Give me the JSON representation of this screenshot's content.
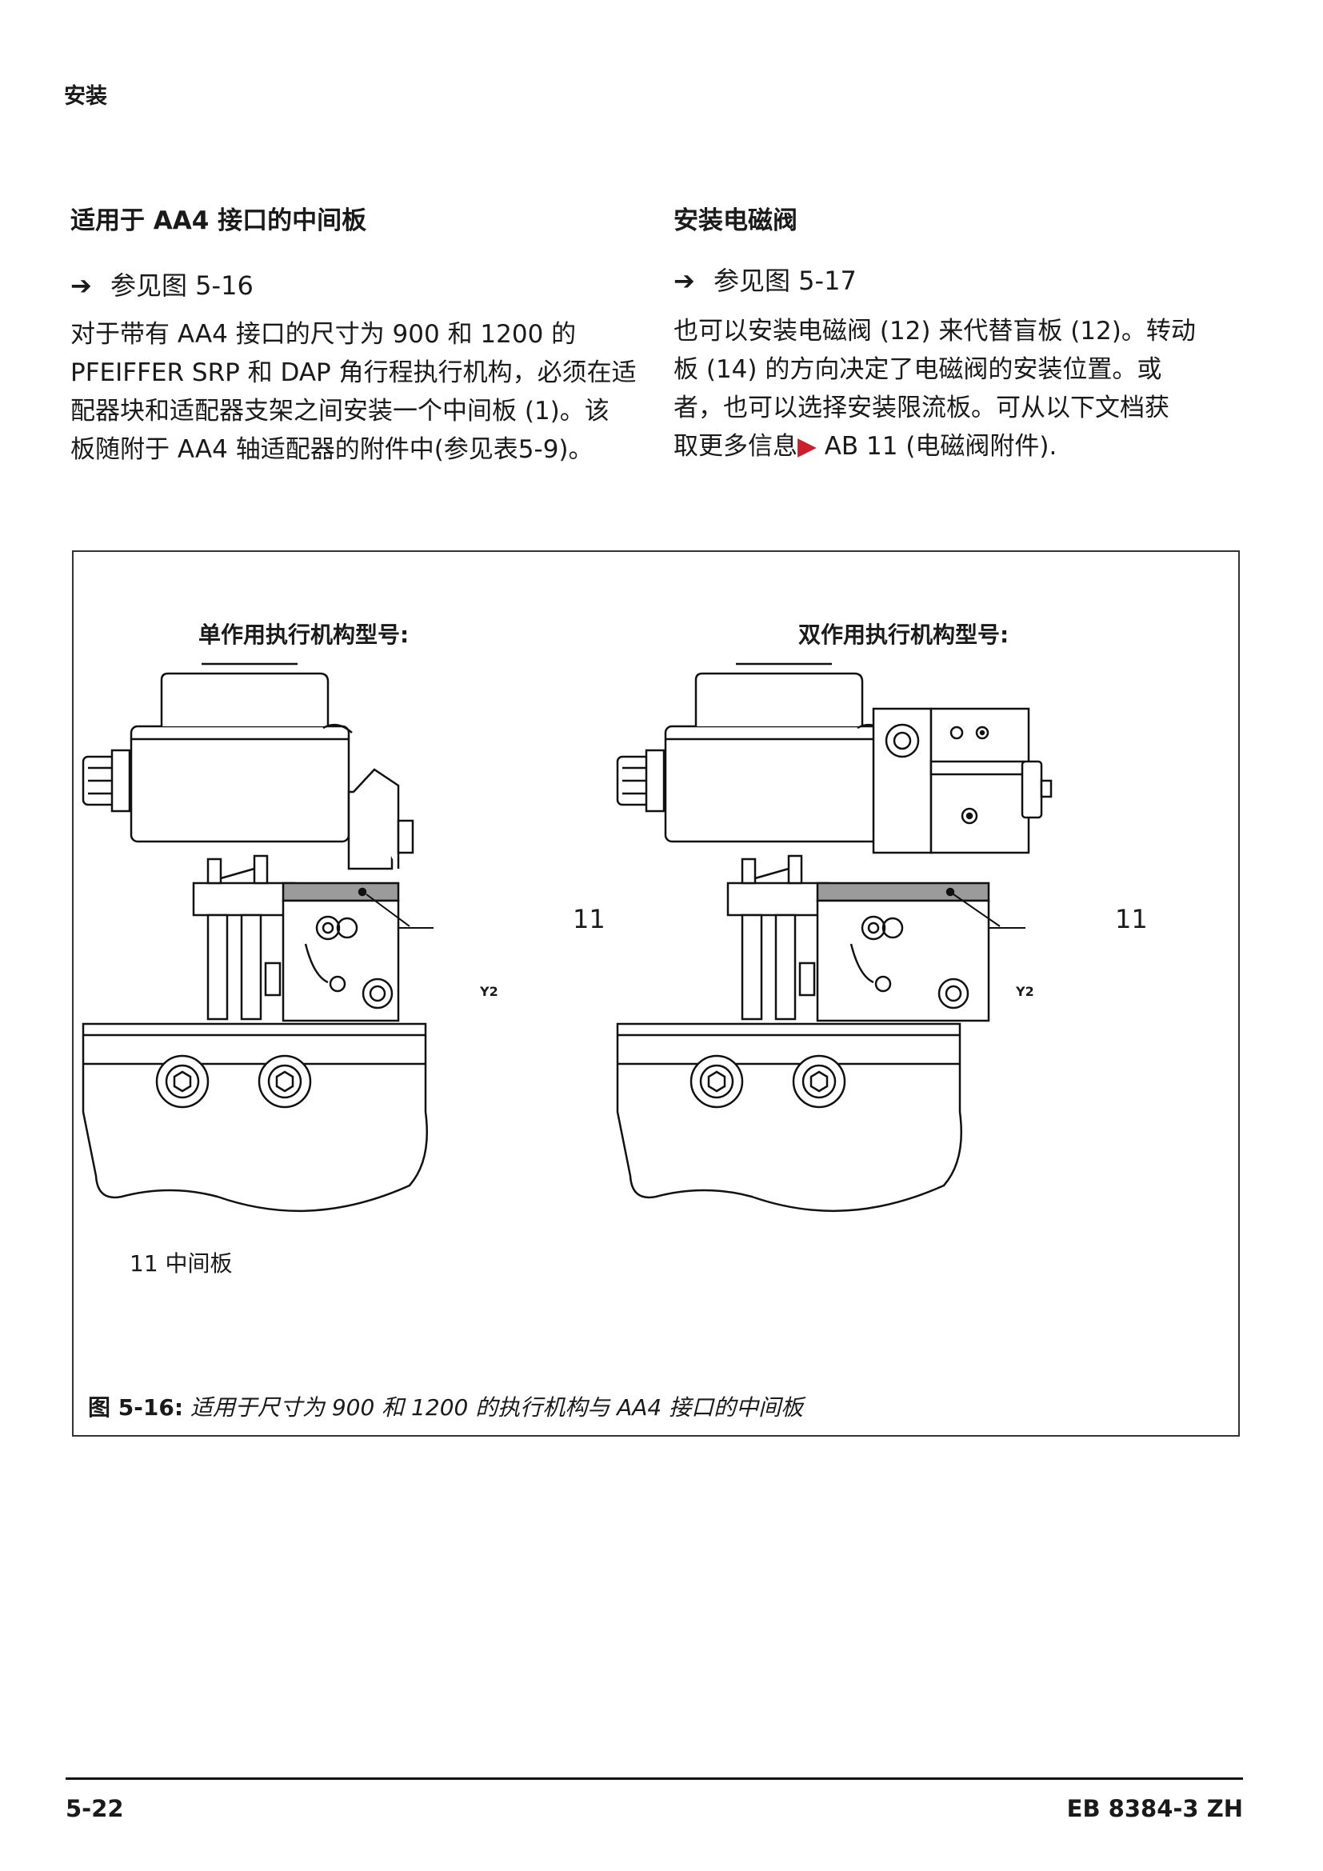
{
  "header": {
    "section": "安装"
  },
  "left": {
    "title_prefix": "适用于 ",
    "title_bold": "AA4",
    "title_suffix": " 接口的中间板",
    "see_arrow": "➔",
    "see_text": "参见图 5-16",
    "paragraph": [
      "对于带有 AA4 接口的尺寸为 900 和 1200 的",
      "PFEIFFER SRP 和 DAP 角行程执行机构，必须在适",
      "配器块和适配器支架之间安装一个中间板 (1)。该",
      "板随附于 AA4 轴适配器的附件中(参见表5-9)。"
    ]
  },
  "right": {
    "title": "安装电磁阀",
    "see_arrow": "➔",
    "see_text": "参见图 5-17",
    "paragraph": [
      "也可以安装电磁阀 (12) 来代替盲板 (12)。转动",
      "板 (14) 的方向决定了电磁阀的安装位置。或",
      "者，也可以选择安装限流板。可从以下文档获"
    ],
    "last_line_prefix": "取更多信息",
    "last_line_triangle": "▶",
    "last_line_suffix": " AB 11 (电磁阀附件)."
  },
  "figure": {
    "label_single": "单作用执行机构型号:",
    "label_double": "双作用执行机构型号:",
    "callout": "11",
    "port_label": "Y2",
    "legend": "11 中间板",
    "caption_number": "图 5-16:",
    "caption_text": " 适用于尺寸为 900 和 1200 的执行机构与 AA4 接口的中间板"
  },
  "footer": {
    "page_number": "5-22",
    "doc_id": "EB 8384-3 ZH"
  }
}
